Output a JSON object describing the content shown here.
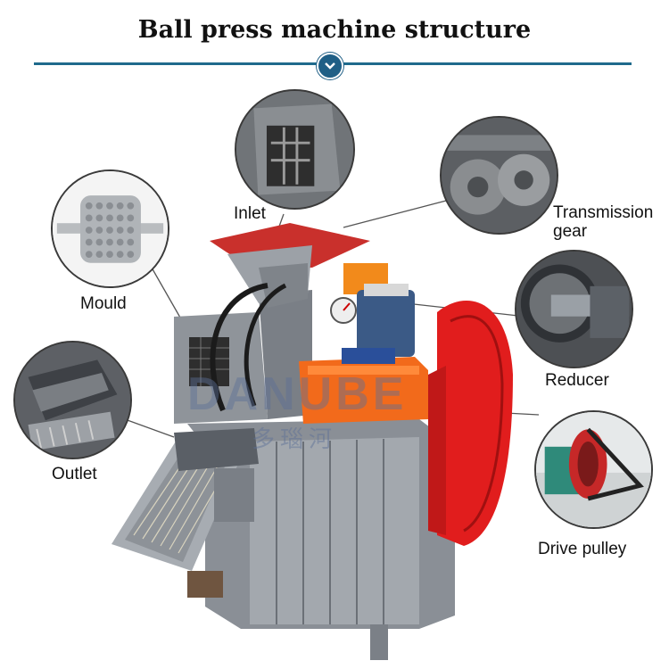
{
  "title": "Ball press machine structure",
  "labels": {
    "inlet": "Inlet",
    "mould": "Mould",
    "transmission_gear": "Transmission\ngear",
    "reducer": "Reducer",
    "outlet": "Outlet",
    "drive_pulley": "Drive pulley"
  },
  "watermark": {
    "brand": "DANUBE",
    "brand_cn": "多瑙河"
  },
  "colors": {
    "accent_rule": "#1f6a8c",
    "machine_gray": "#7a7f86",
    "hydraulic_orange": "#f26a1b",
    "pulley_red": "#e11d1d",
    "motor_blue": "#3b5a86"
  }
}
